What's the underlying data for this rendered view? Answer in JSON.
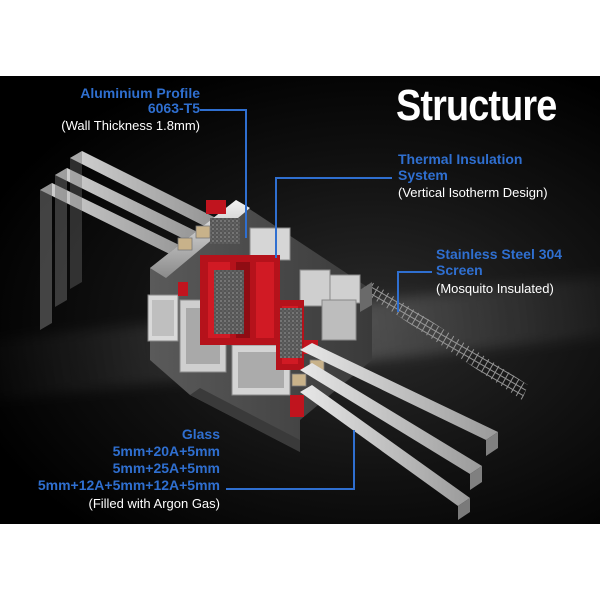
{
  "title": "Structure",
  "aluminium": {
    "line1": "Aluminium Profile",
    "line2": "6063-T5",
    "detail": "(Wall Thickness 1.8mm)"
  },
  "thermal": {
    "line1": "Thermal Insulation",
    "line2": "System",
    "detail": "(Vertical Isotherm Design)"
  },
  "screen": {
    "line1": "Stainless Steel 304",
    "line2": "Screen",
    "detail": "(Mosquito Insulated)"
  },
  "glass": {
    "heading": "Glass",
    "option1": "5mm+20A+5mm",
    "option2": "5mm+25A+5mm",
    "option3": "5mm+12A+5mm+12A+5mm",
    "detail": "(Filled with Argon Gas)"
  },
  "colors": {
    "label_blue": "#2f6fd0",
    "gasket_red": "#c0141e",
    "background": "#000000"
  }
}
